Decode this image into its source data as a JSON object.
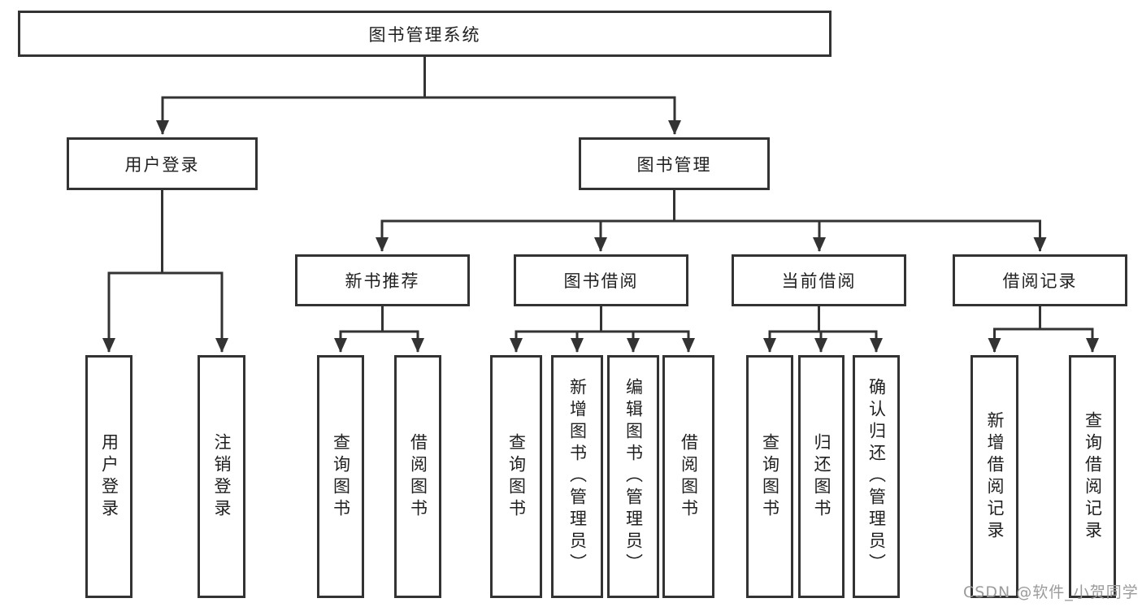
{
  "tree": {
    "label": "图书管理系统",
    "children": [
      {
        "label": "用户登录",
        "children": [
          {
            "label": "用户登录"
          },
          {
            "label": "注销登录"
          }
        ]
      },
      {
        "label": "图书管理",
        "children": [
          {
            "label": "新书推荐",
            "children": [
              {
                "label": "查询图书"
              },
              {
                "label": "借阅图书"
              }
            ]
          },
          {
            "label": "图书借阅",
            "children": [
              {
                "label": "查询图书"
              },
              {
                "label": "新增图书（管理员）"
              },
              {
                "label": "编辑图书（管理员）"
              },
              {
                "label": "借阅图书"
              }
            ]
          },
          {
            "label": "当前借阅",
            "children": [
              {
                "label": "查询图书"
              },
              {
                "label": "归还图书"
              },
              {
                "label": "确认归还（管理员）"
              }
            ]
          },
          {
            "label": "借阅记录",
            "children": [
              {
                "label": "新增借阅记录"
              },
              {
                "label": "查询借阅记录"
              }
            ]
          }
        ]
      }
    ]
  },
  "watermark": {
    "text": "CSDN @软件_小贺同学"
  },
  "colors": {
    "line": "#333333",
    "box_border": "#333333",
    "text": "#1f1f1f",
    "watermark": "#9b9b9b",
    "background": "#ffffff"
  }
}
